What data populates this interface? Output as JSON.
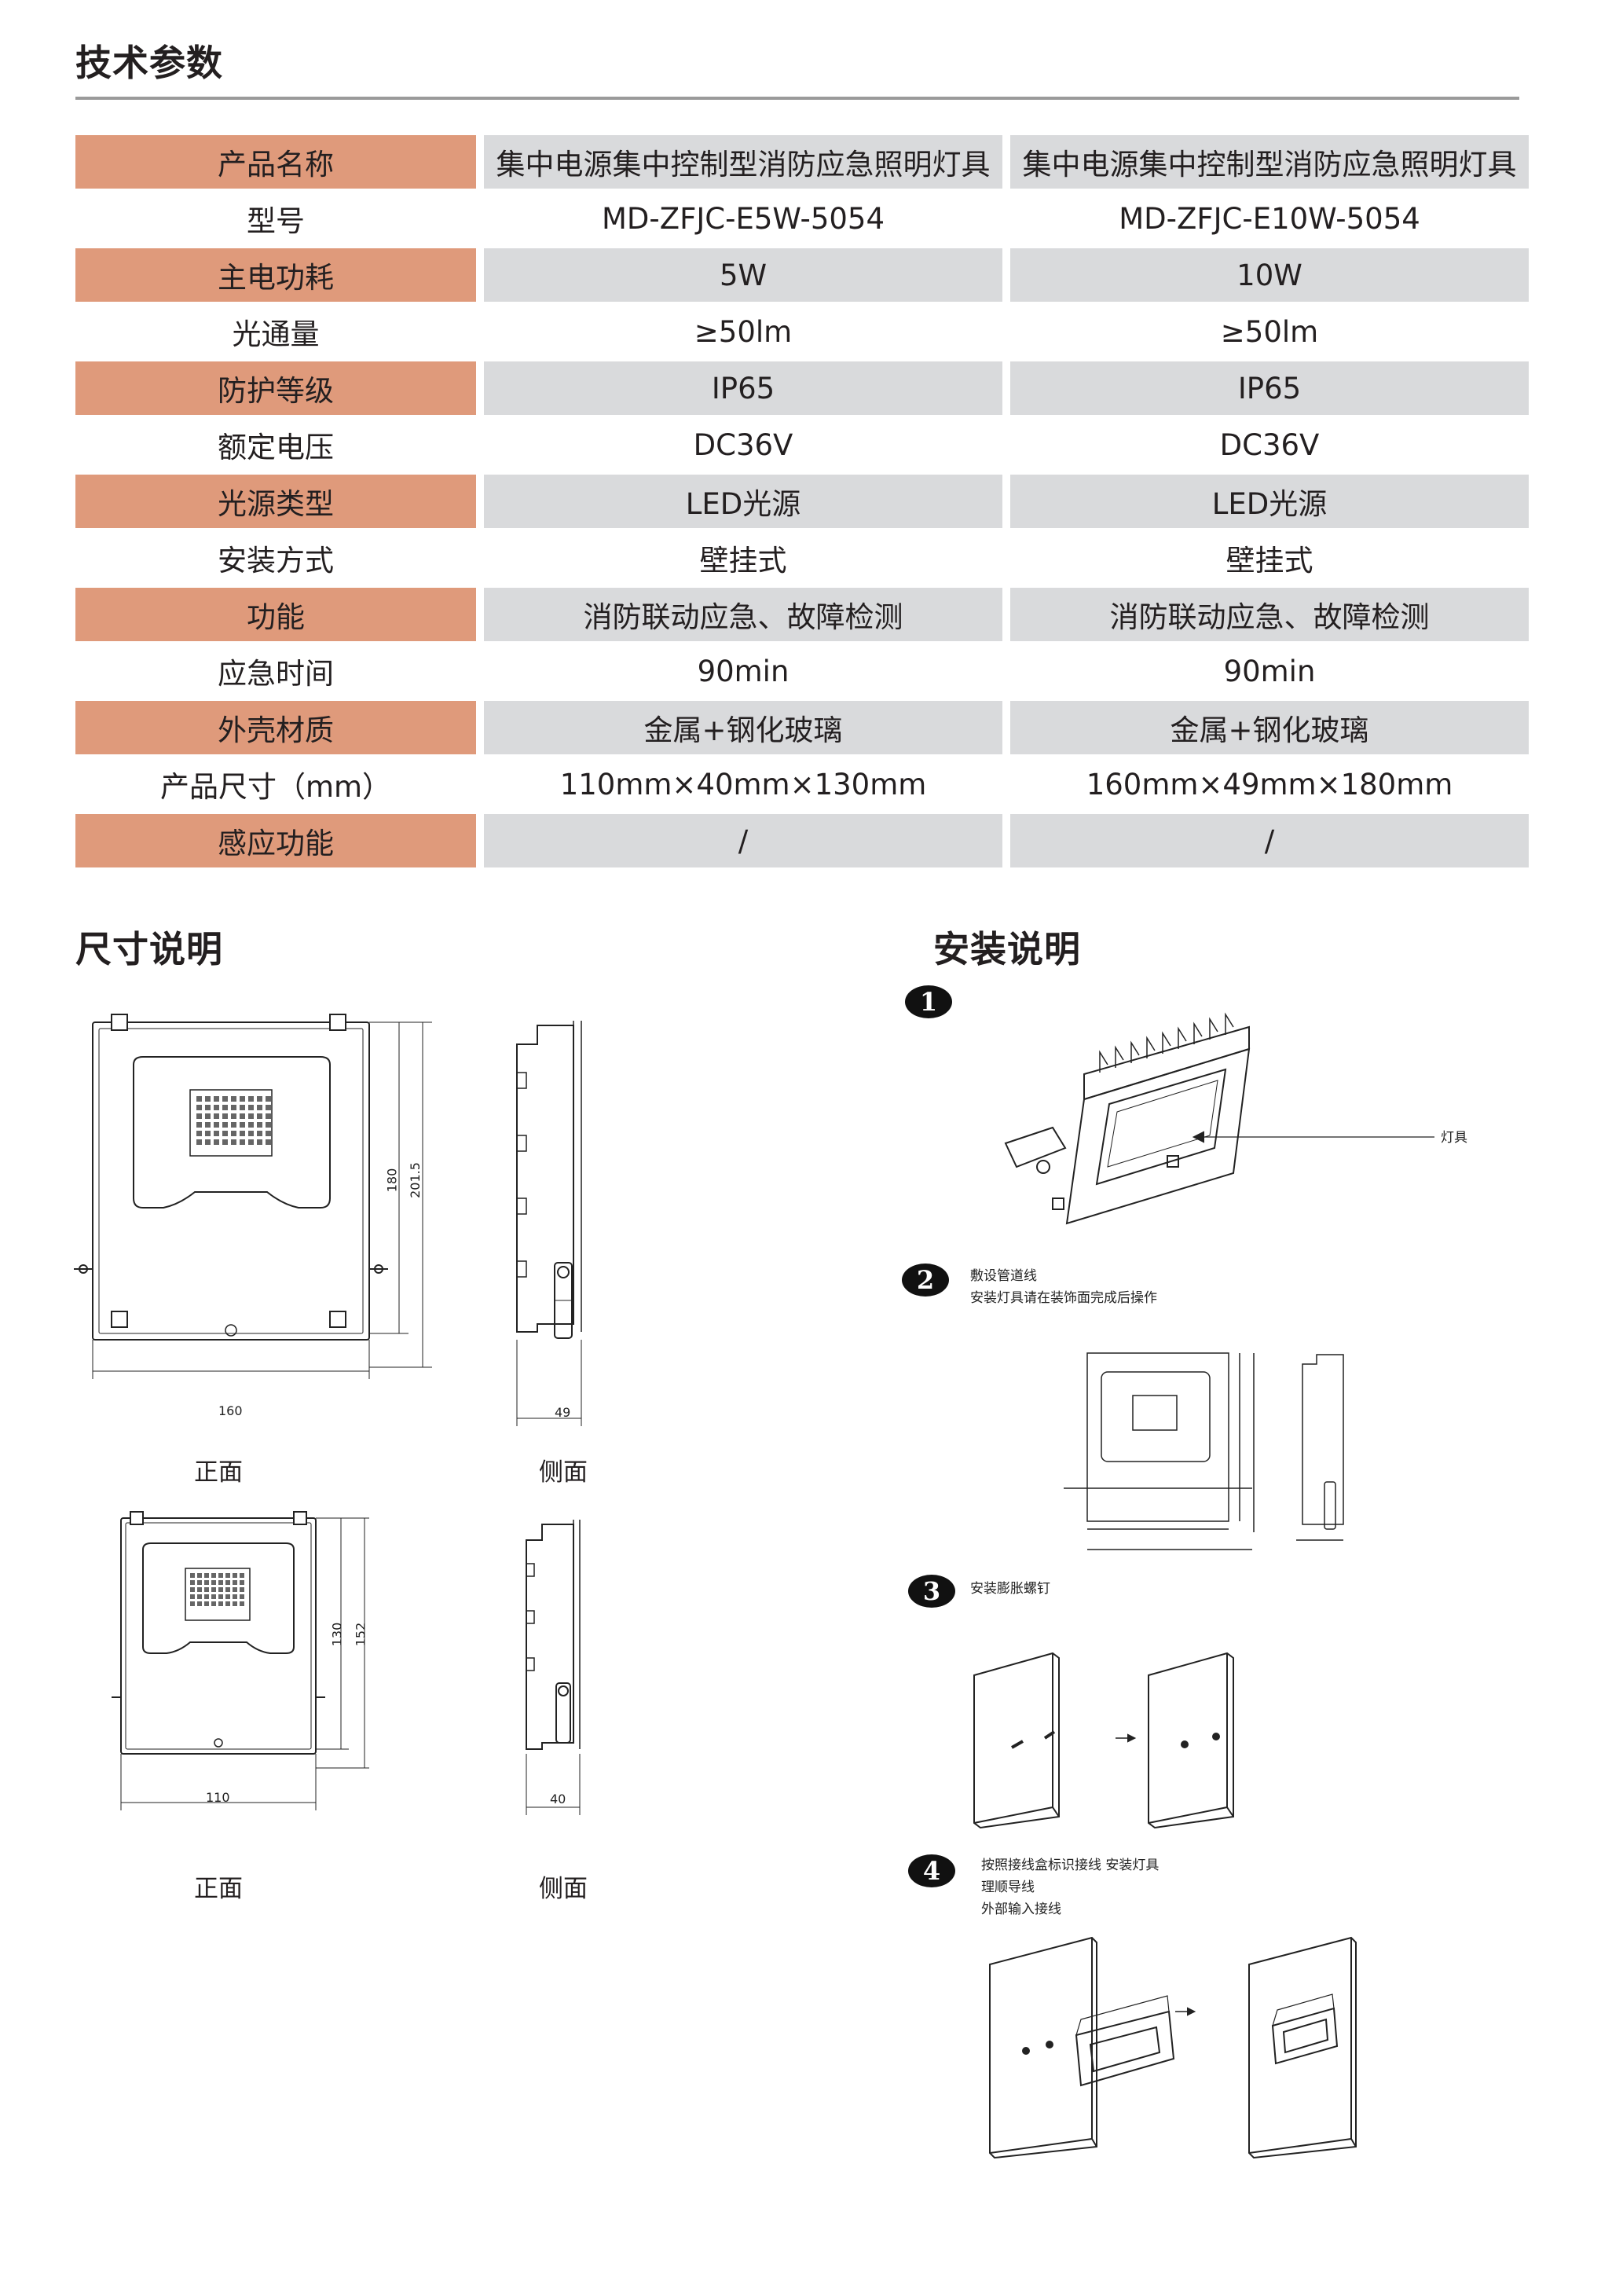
{
  "headings": {
    "tech_params": "技术参数",
    "dimensions": "尺寸说明",
    "installation": "安装说明"
  },
  "spec_table": {
    "rows": [
      {
        "label": "产品名称",
        "v1": "集中电源集中控制型消防应急照明灯具",
        "v2": "集中电源集中控制型消防应急照明灯具"
      },
      {
        "label": "型号",
        "v1": "MD-ZFJC-E5W-5054",
        "v2": "MD-ZFJC-E10W-5054"
      },
      {
        "label": "主电功耗",
        "v1": "5W",
        "v2": "10W"
      },
      {
        "label": "光通量",
        "v1": "≥50lm",
        "v2": "≥50lm"
      },
      {
        "label": "防护等级",
        "v1": "IP65",
        "v2": "IP65"
      },
      {
        "label": "额定电压",
        "v1": "DC36V",
        "v2": "DC36V"
      },
      {
        "label": "光源类型",
        "v1": "LED光源",
        "v2": "LED光源"
      },
      {
        "label": "安装方式",
        "v1": "壁挂式",
        "v2": "壁挂式"
      },
      {
        "label": "功能",
        "v1": "消防联动应急、故障检测",
        "v2": "消防联动应急、故障检测"
      },
      {
        "label": "应急时间",
        "v1": "90min",
        "v2": "90min"
      },
      {
        "label": "外壳材质",
        "v1": "金属+钢化玻璃",
        "v2": "金属+钢化玻璃"
      },
      {
        "label": "产品尺寸（mm）",
        "v1": "110mm×40mm×130mm",
        "v2": "160mm×49mm×180mm"
      },
      {
        "label": "感应功能",
        "v1": "/",
        "v2": "/"
      }
    ]
  },
  "dimensions": {
    "large": {
      "front_width": "160",
      "front_height_inner": "180",
      "front_height_outer": "201.5",
      "side_depth": "49",
      "front_caption": "正面",
      "side_caption": "侧面"
    },
    "small": {
      "front_width": "110",
      "front_height_inner": "130",
      "front_height_outer": "152",
      "side_depth": "40",
      "front_caption": "正面",
      "side_caption": "侧面"
    }
  },
  "installation": {
    "steps": [
      {
        "num": "1",
        "lines": [],
        "callout": "灯具"
      },
      {
        "num": "2",
        "lines": [
          "敷设管道线",
          "安装灯具请在装饰面完成后操作"
        ]
      },
      {
        "num": "3",
        "lines": [
          "安装膨胀螺钉"
        ]
      },
      {
        "num": "4",
        "lines": [
          "按照接线盒标识接线  安装灯具",
          "理顺导线",
          "外部输入接线"
        ]
      }
    ]
  },
  "colors": {
    "label_bg": "#df9a7b",
    "value_bg": "#d9dadc",
    "rule": "#9a9a9a",
    "text": "#231f20"
  }
}
